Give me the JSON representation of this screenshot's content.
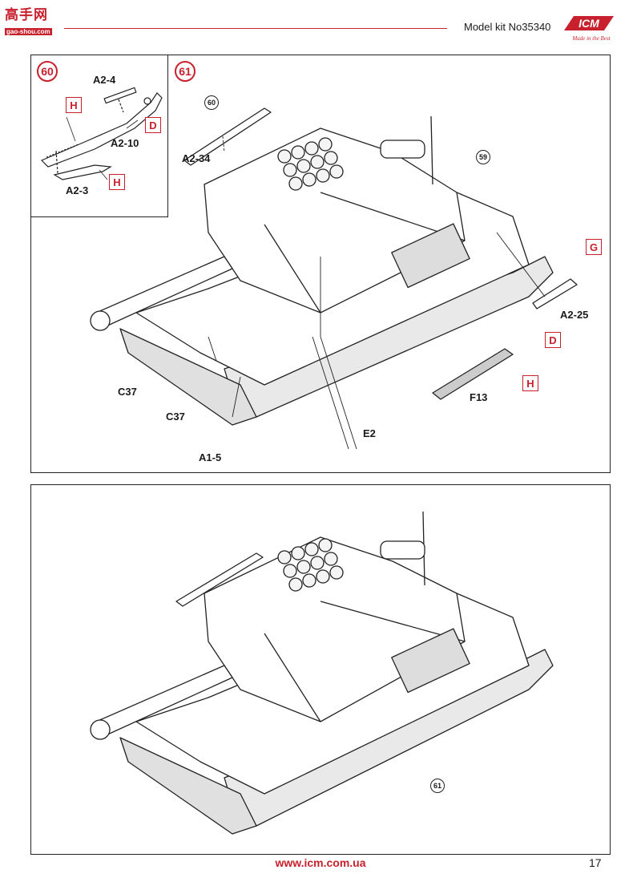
{
  "header": {
    "watermark_cn": "高手网",
    "watermark_url": "gao-shou.com",
    "kit_title": "Model kit No35340",
    "logo_text": "ICM",
    "logo_tagline": "Made in the Best"
  },
  "steps": {
    "step60_number": "60",
    "step61_number": "61"
  },
  "inset_labels": {
    "a2_4": "A2-4",
    "a2_10": "A2-10",
    "a2_3": "A2-3"
  },
  "step61_labels": {
    "ref60": "60",
    "ref59": "59",
    "a2_34": "A2-34",
    "a2_25": "A2-25",
    "c37_top": "C37",
    "c37_bottom": "C37",
    "f13": "F13",
    "e2": "E2",
    "a1_5": "A1-5"
  },
  "color_codes": {
    "inset_h_top": "H",
    "inset_d": "D",
    "inset_h_bottom": "H",
    "g": "G",
    "d": "D",
    "h": "H"
  },
  "result_panel": {
    "ref61": "61"
  },
  "footer": {
    "url": "www.icm.com.ua",
    "page_number": "17"
  }
}
